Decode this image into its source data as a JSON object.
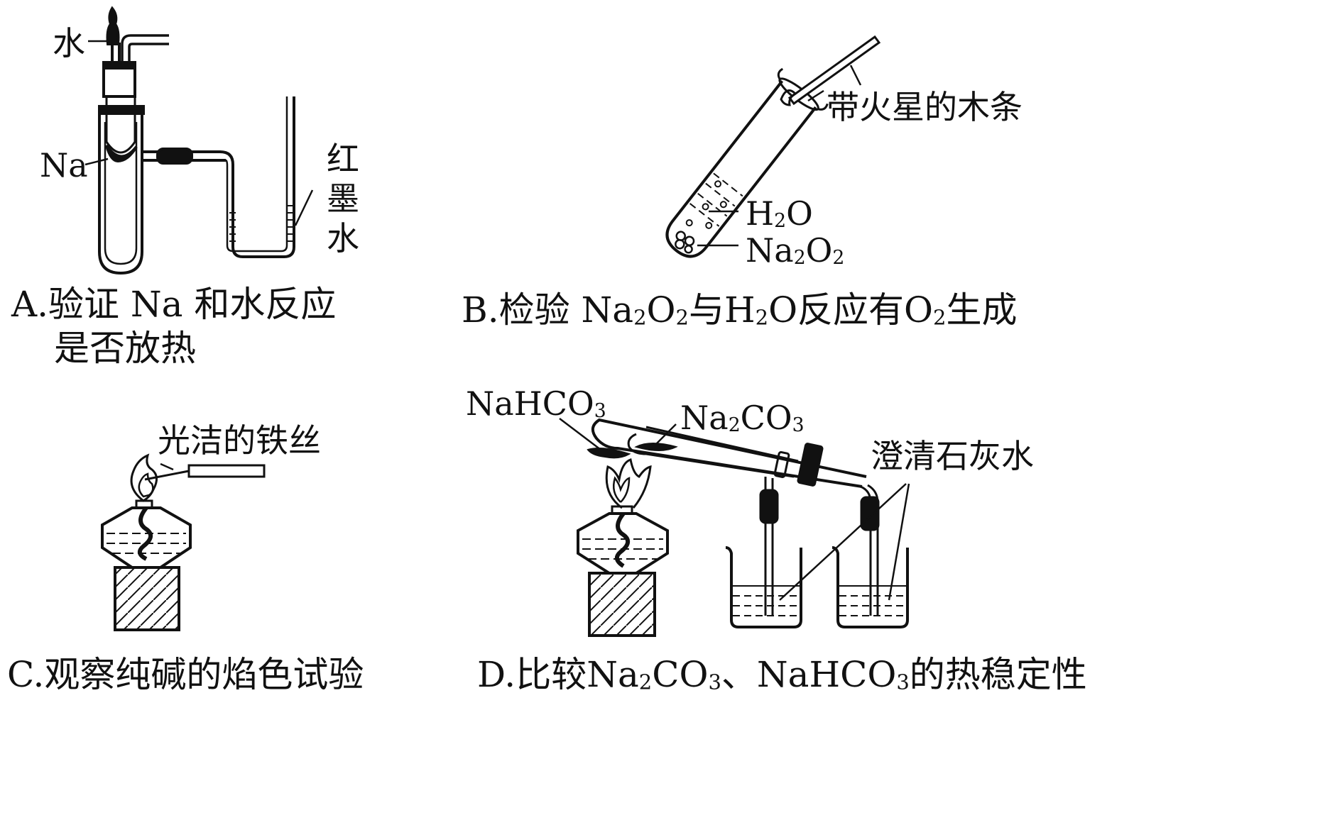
{
  "panel_a": {
    "caption_letter": "A.",
    "caption_line1": "验证 Na 和水反应",
    "caption_line2": "是否放热",
    "labels": {
      "water": "水",
      "sodium": "Na",
      "red_ink": "红墨水"
    }
  },
  "panel_b": {
    "caption_letter": "B.",
    "caption_parts": [
      "检验 Na",
      "2",
      "O",
      "2",
      "与H",
      "2",
      "O反应有O",
      "2",
      "生成"
    ],
    "labels": {
      "splint": "带火星的木条",
      "h2o": [
        "H",
        "2",
        "O"
      ],
      "na2o2": [
        "Na",
        "2",
        "O",
        "2"
      ]
    }
  },
  "panel_c": {
    "caption_letter": "C.",
    "caption": "观察纯碱的焰色试验",
    "labels": {
      "iron_wire": "光洁的铁丝"
    }
  },
  "panel_d": {
    "caption_letter": "D.",
    "caption_parts": [
      "比较Na",
      "2",
      "CO",
      "3",
      "、NaHCO",
      "3",
      "的热稳定性"
    ],
    "labels": {
      "nahco3": [
        "NaHCO",
        "3"
      ],
      "na2co3": [
        "Na",
        "2",
        "CO",
        "3"
      ],
      "limewater": "澄清石灰水"
    }
  }
}
